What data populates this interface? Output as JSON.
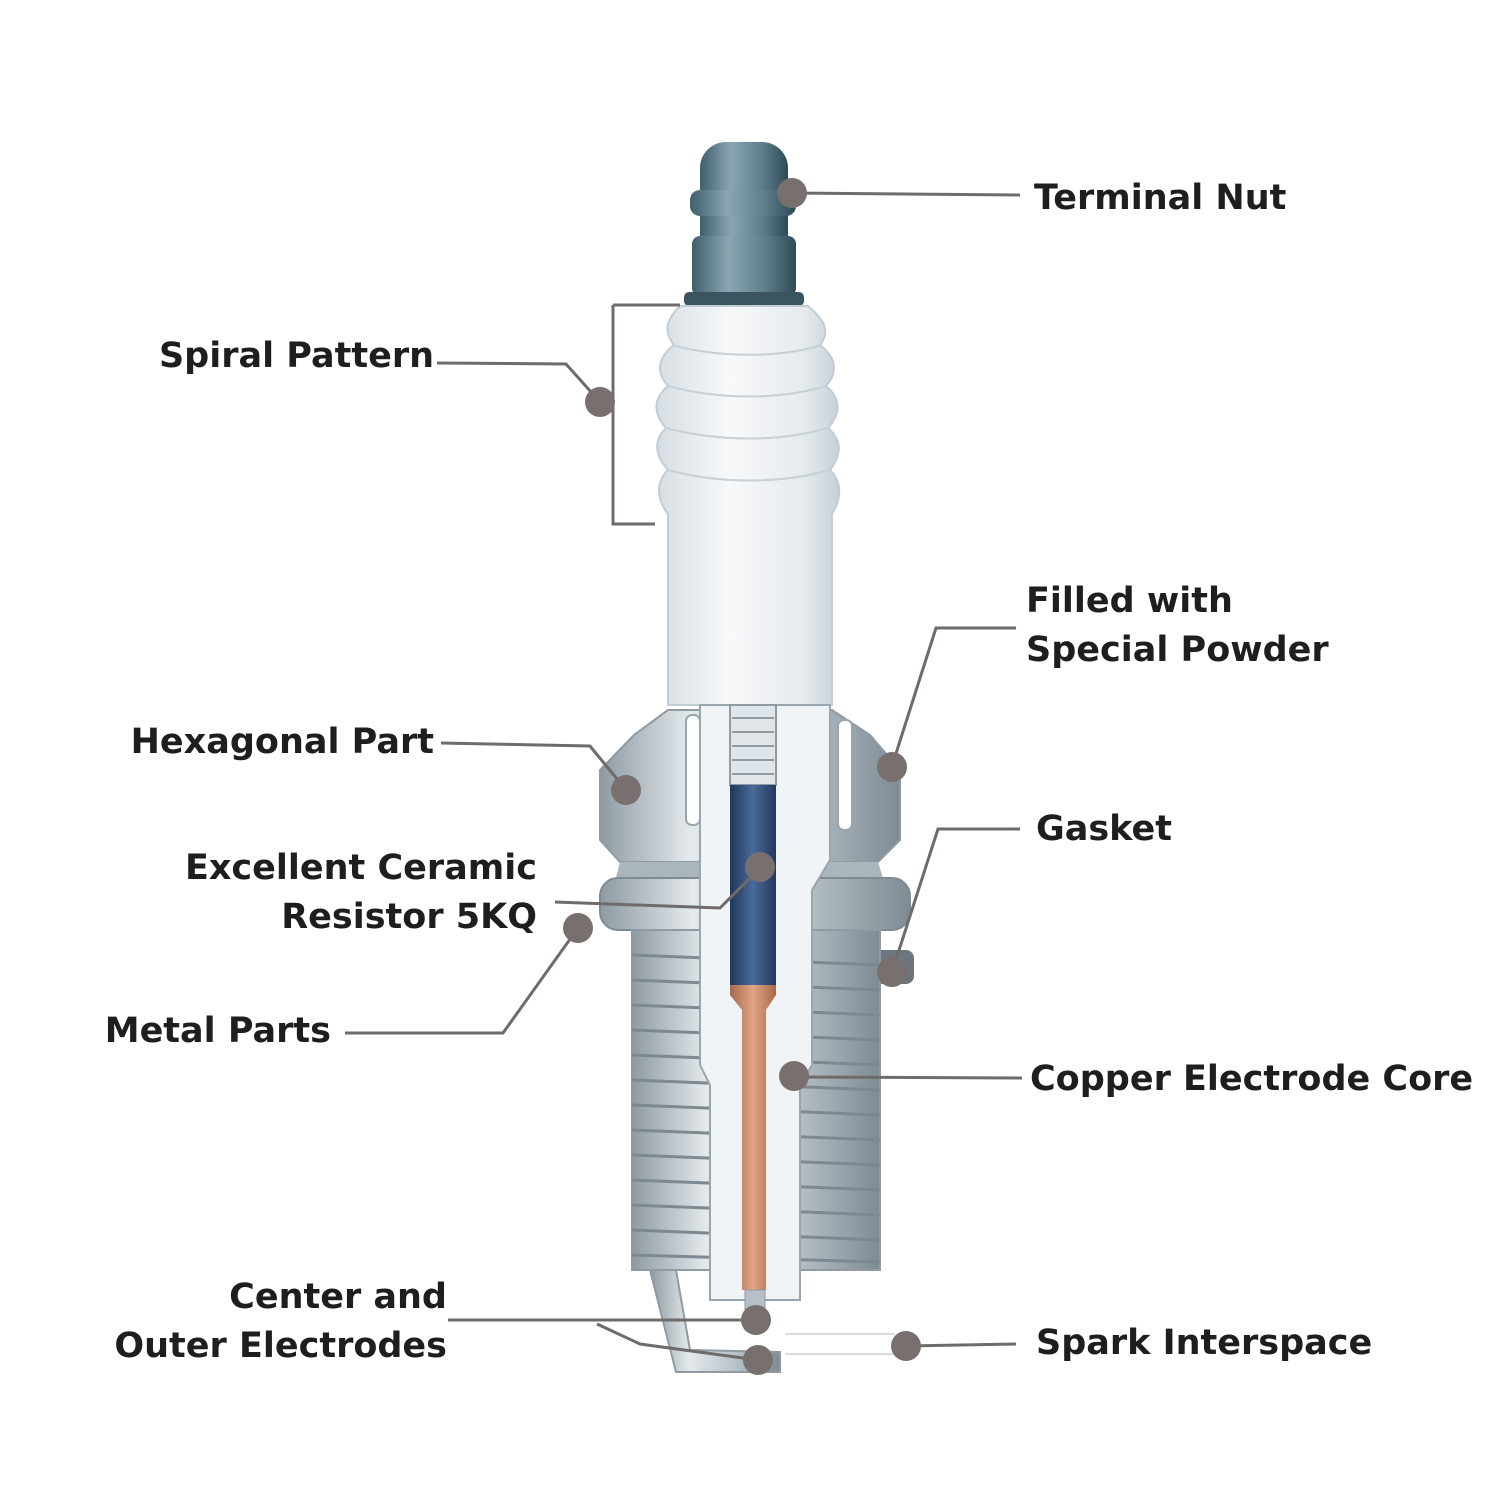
{
  "labels": {
    "terminal_nut": "Terminal Nut",
    "spiral_pattern": "Spiral Pattern",
    "filled_with_line1": "Filled with",
    "filled_with_line2": "Special Powder",
    "hexagonal_part": "Hexagonal Part",
    "gasket": "Gasket",
    "ceramic_line1": "Excellent Ceramic",
    "ceramic_line2": "Resistor 5KQ",
    "metal_parts": "Metal Parts",
    "copper_core": "Copper Electrode Core",
    "electrodes_line1": "Center and",
    "electrodes_line2": "Outer Electrodes",
    "spark_interspace": "Spark Interspace"
  },
  "colors": {
    "terminal": "#5f7f8c",
    "insulator": "#eef2f4",
    "metal": "#c9d2d8",
    "resistor": "#2f4d7a",
    "copper": "#c98a66",
    "leader": "#6f6b6a",
    "dot": "#77706f",
    "text": "#1e1e1e"
  }
}
